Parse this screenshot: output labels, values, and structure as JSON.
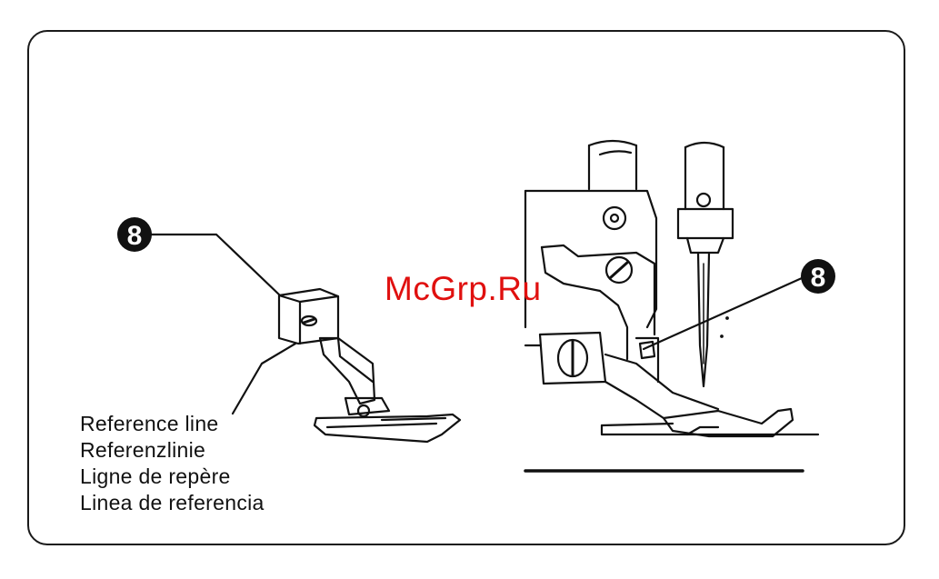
{
  "callout_number": "8",
  "caption_lines": [
    "Reference line",
    "Referenzlinie",
    "Ligne de repère",
    "Linea de referencia"
  ],
  "watermark": "McGrp.Ru",
  "colors": {
    "ink": "#111111",
    "watermark": "#e0100f",
    "background": "#ffffff"
  }
}
